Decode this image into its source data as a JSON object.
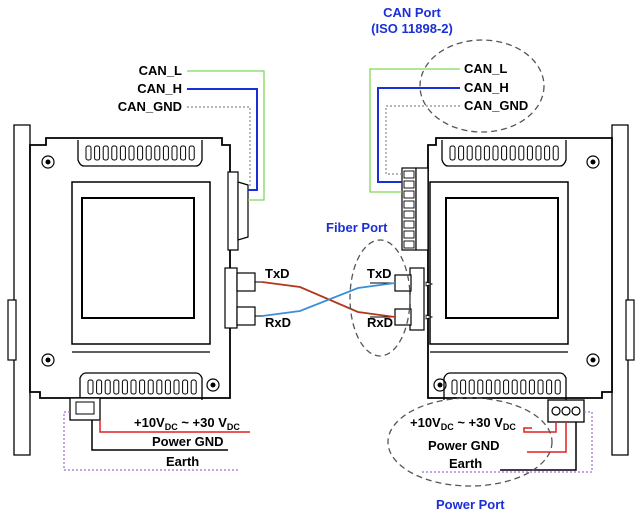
{
  "left_module": {
    "can_labels": [
      "CAN_L",
      "CAN_H",
      "CAN_GND"
    ],
    "fiber_labels": [
      "TxD",
      "RxD"
    ],
    "power": {
      "voltage": {
        "a": "+10V",
        "a_sub": "DC",
        "sep": " ~ +30 V",
        "b_sub": "DC"
      },
      "gnd": "Power GND",
      "earth": "Earth"
    }
  },
  "right_module": {
    "can_labels": [
      "CAN_L",
      "CAN_H",
      "CAN_GND"
    ],
    "fiber_labels": [
      "TxD",
      "RxD"
    ],
    "power": {
      "voltage": {
        "a": "+10V",
        "a_sub": "DC",
        "sep": " ~ +30 V",
        "b_sub": "DC"
      },
      "gnd": "Power GND",
      "earth": "Earth"
    }
  },
  "callouts": {
    "can_port": [
      "CAN Port",
      "(ISO 11898-2)"
    ],
    "fiber_port": "Fiber Port",
    "power_port": "Power Port"
  },
  "colors": {
    "can_l": "#7ed957",
    "can_h": "#1a2fd6",
    "can_gnd": "#8a8a8a",
    "power_pos": "#e02020",
    "power_gnd": "#000000",
    "earth": "#9b6fd1",
    "fiber_a": "#b5351c",
    "fiber_b": "#3a8fd8",
    "callout_text": "#1a2fd6"
  }
}
